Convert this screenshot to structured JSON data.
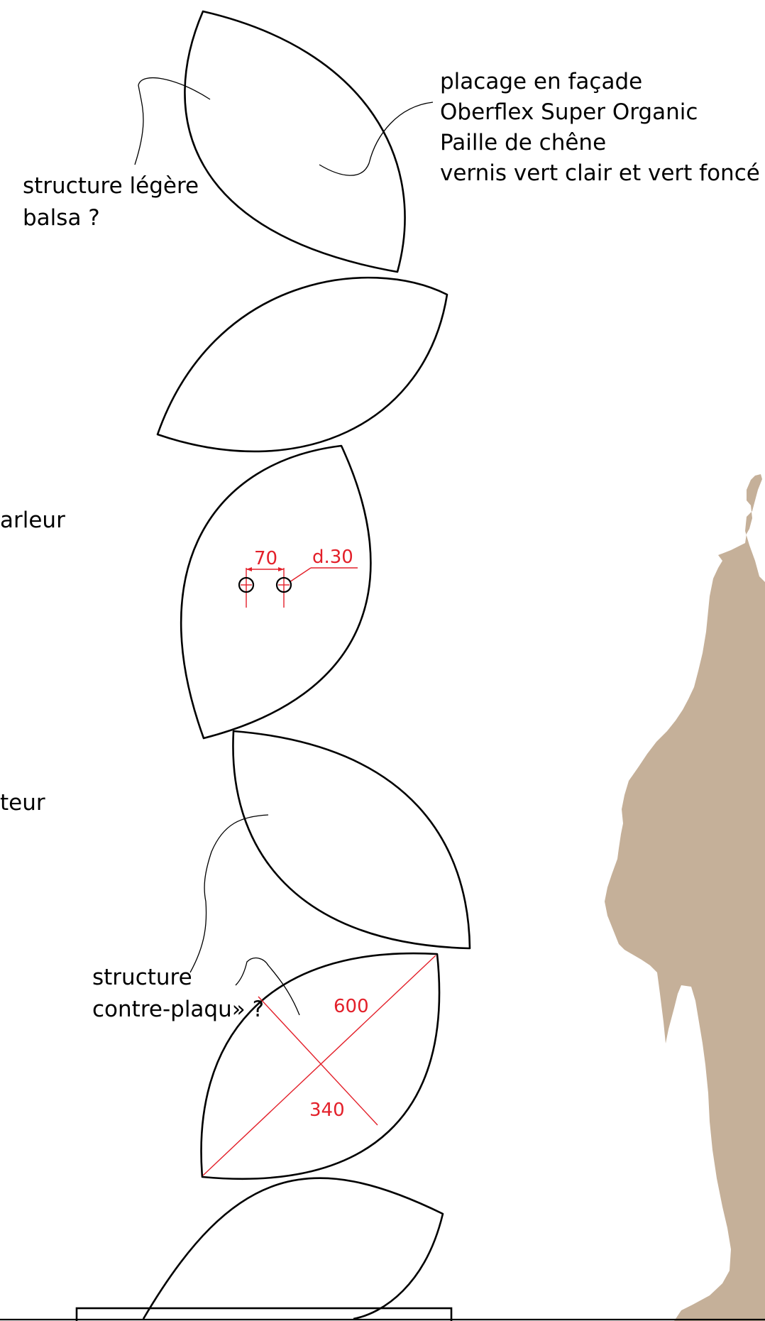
{
  "colors": {
    "outline": "#000000",
    "dimension": "#e3202a",
    "silhouette": "#c5b099",
    "background": "#ffffff"
  },
  "annotations": {
    "facade": {
      "line1": "placage en façade",
      "line2": "Oberflex Super Organic",
      "line3": "Paille de chêne",
      "line4": "vernis vert clair et vert foncé"
    },
    "light_structure": {
      "line1": "structure légère",
      "line2": "balsa ?"
    },
    "speaker_partial": "arleur",
    "detector_partial": "teur",
    "plywood_structure": {
      "line1": "structure",
      "line2": "contre-plaqu» ?"
    }
  },
  "dimensions": {
    "hole_spacing": "70",
    "hole_diameter": "d.30",
    "petal_length": "600",
    "petal_width": "340"
  },
  "icons": {
    "figure": "human-silhouette-icon",
    "hole": "drill-hole-icon"
  }
}
